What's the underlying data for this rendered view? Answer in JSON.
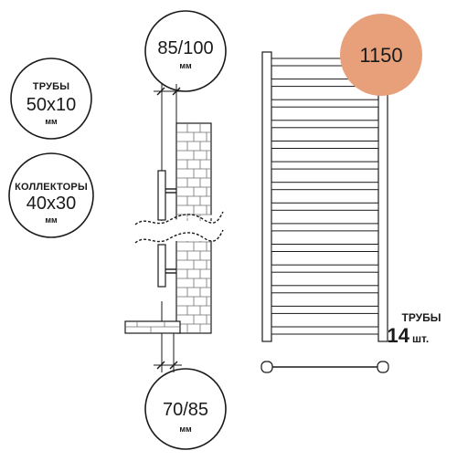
{
  "labels": {
    "tube_size": {
      "title": "ТРУБЫ",
      "value": "50x10",
      "unit": "мм"
    },
    "collector_size": {
      "title": "КОЛЛЕКТОРЫ",
      "value": "40x30",
      "unit": "мм"
    },
    "top_offset": {
      "value": "85/100",
      "unit": "мм"
    },
    "bottom_offset": {
      "value": "70/85",
      "unit": "мм"
    },
    "height": {
      "value": "1150"
    },
    "tube_count": {
      "title": "ТРУБЫ",
      "count": "14",
      "unit": "шт."
    }
  },
  "colors": {
    "accent": "#e8a07b",
    "line": "#1a1a1a",
    "brick_line": "#6f6f6f"
  }
}
